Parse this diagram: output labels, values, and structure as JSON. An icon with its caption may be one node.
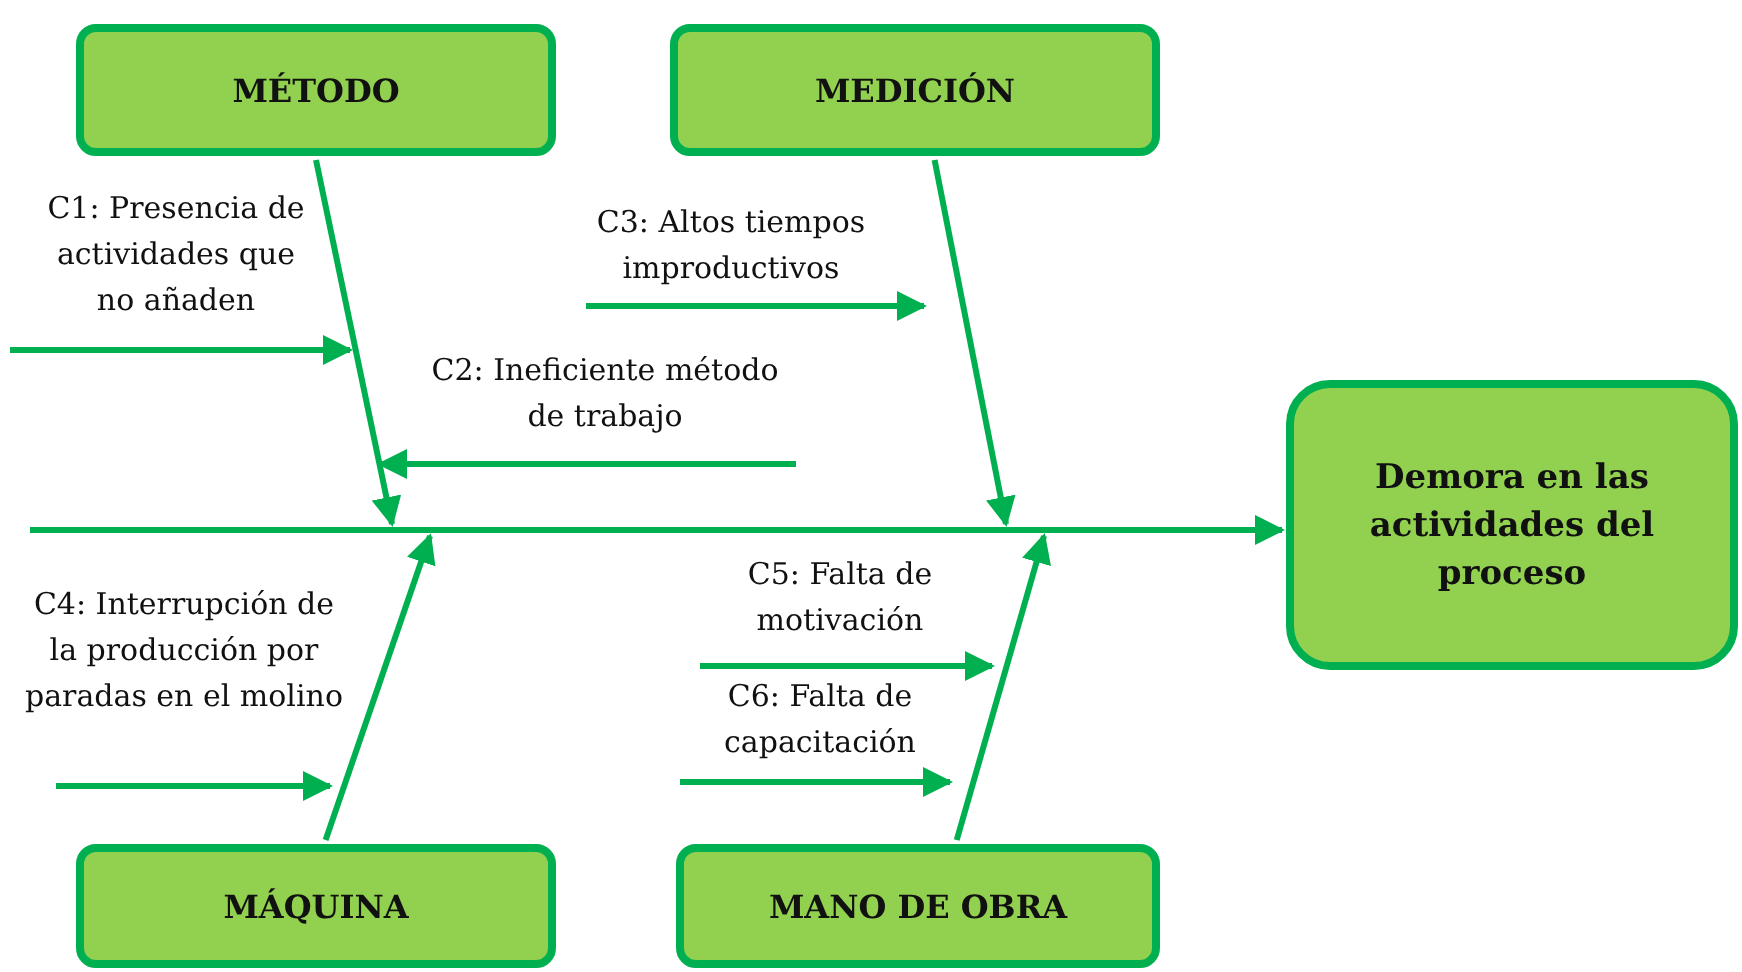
{
  "diagram": {
    "nodes": [
      {
        "text": [
          "MÉTODO"
        ]
      },
      {
        "text": [
          "MEDICIÓN"
        ]
      },
      {
        "text": [
          "Demora en las actividades del proceso"
        ]
      },
      {
        "text": [
          "MÁQUINA"
        ]
      },
      {
        "text": [
          "MANO DE OBRA"
        ]
      }
    ],
    "edges": [
      {
        "from": 0,
        "to": null,
        "arrow": "to"
      },
      {
        "from": 1,
        "to": null,
        "arrow": "to"
      },
      {
        "from": 3,
        "to": null,
        "arrow": "to"
      },
      {
        "from": 4,
        "to": null,
        "arrow": "to"
      },
      {
        "from": null,
        "to": 2,
        "arrow": "to"
      }
    ],
    "labels": [
      "C1: Presencia de actividades que no añaden",
      "C2: Ineficiente método de trabajo",
      "C3: Altos tiempos improductivos",
      "C4: Interrupción de la producción por paradas en el molino",
      "C5: Falta de motivación",
      "C6: Falta de capacitación"
    ]
  }
}
